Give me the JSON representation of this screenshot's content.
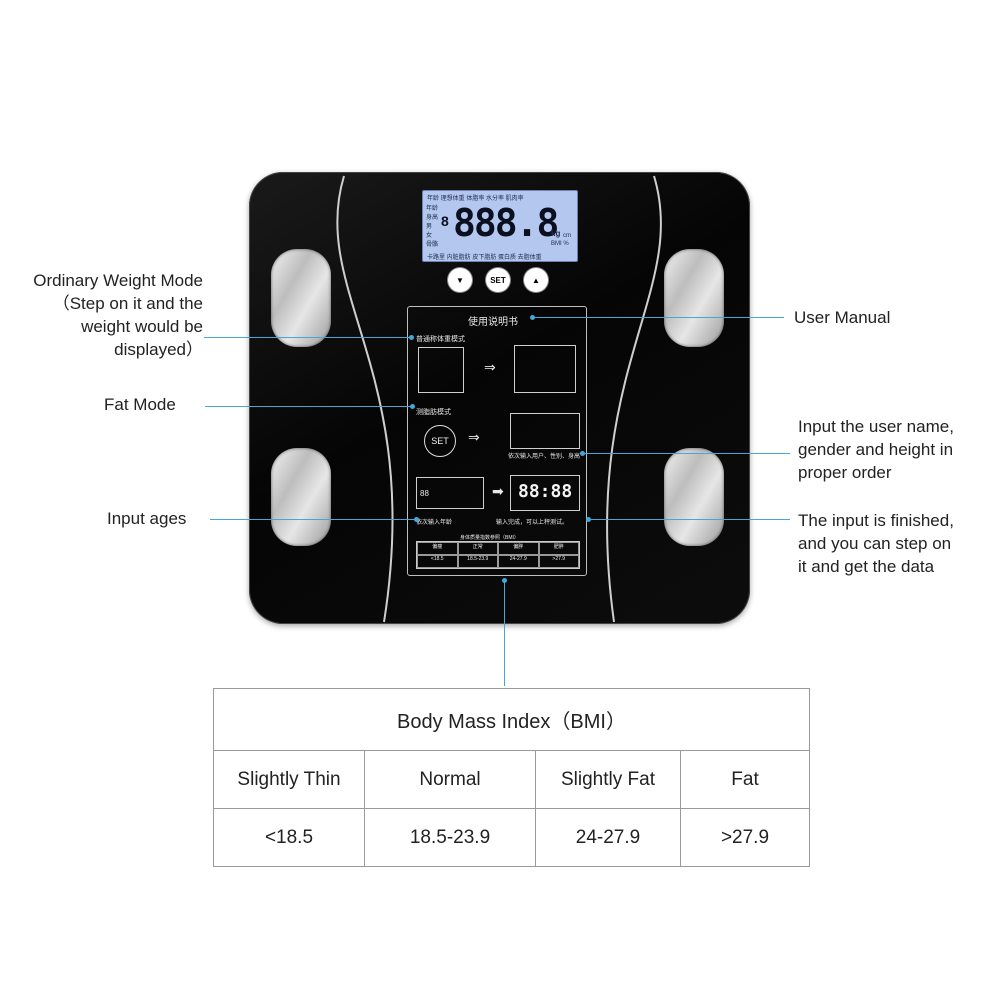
{
  "labels": {
    "ordinary_mode": "Ordinary Weight Mode\n（Step on it and the\nweight would be\ndisplayed）",
    "fat_mode": "Fat Mode",
    "input_ages": "Input ages",
    "user_manual": "User Manual",
    "input_user": "Input the user name,\ngender and height in\nproper order",
    "input_finished": "The input is finished,\nand you can step on\nit and get the data"
  },
  "lcd": {
    "display_value": "888.8",
    "side_digit": "8",
    "top_labels": "年龄 理想体重 体脂率 水分率 肌肉率",
    "bottom_labels": "卡路里 内脏脂肪 皮下脂肪 蛋白质 去脂体重",
    "left_labels": [
      "年龄",
      "身高",
      "男",
      "女",
      "骨骼"
    ],
    "unit_kg": "kg",
    "unit_bmi": "BMI %",
    "unit_cm": "cm"
  },
  "controls": {
    "down": "▼",
    "set": "SET",
    "up": "▲"
  },
  "manual": {
    "title": "使用说明书",
    "step1": "普通称体重模式",
    "step2": "测脂肪模式",
    "set_label": "SET",
    "input_user_text": "依次输入用户、性别、身高",
    "input_age_text": "依次输入年龄",
    "finish_text": "输入完成，可以上秤测试。",
    "digits": "88",
    "result_digits": "88:88",
    "table_title": "身体质量指数参照（BMI）",
    "table_headers": [
      "偏瘦",
      "正常",
      "偏胖",
      "肥胖"
    ],
    "table_values": [
      "<18.5",
      "18.5-23.9",
      "24-27.9",
      ">27.9"
    ]
  },
  "bmi_table": {
    "title": "Body Mass Index（BMI）",
    "headers": [
      "Slightly Thin",
      "Normal",
      "Slightly Fat",
      "Fat"
    ],
    "values": [
      "<18.5",
      "18.5-23.9",
      "24-27.9",
      ">27.9"
    ]
  },
  "colors": {
    "callout": "#46a6d8",
    "lcd": "#b4c7ee",
    "scale": "#0a0a0a"
  }
}
